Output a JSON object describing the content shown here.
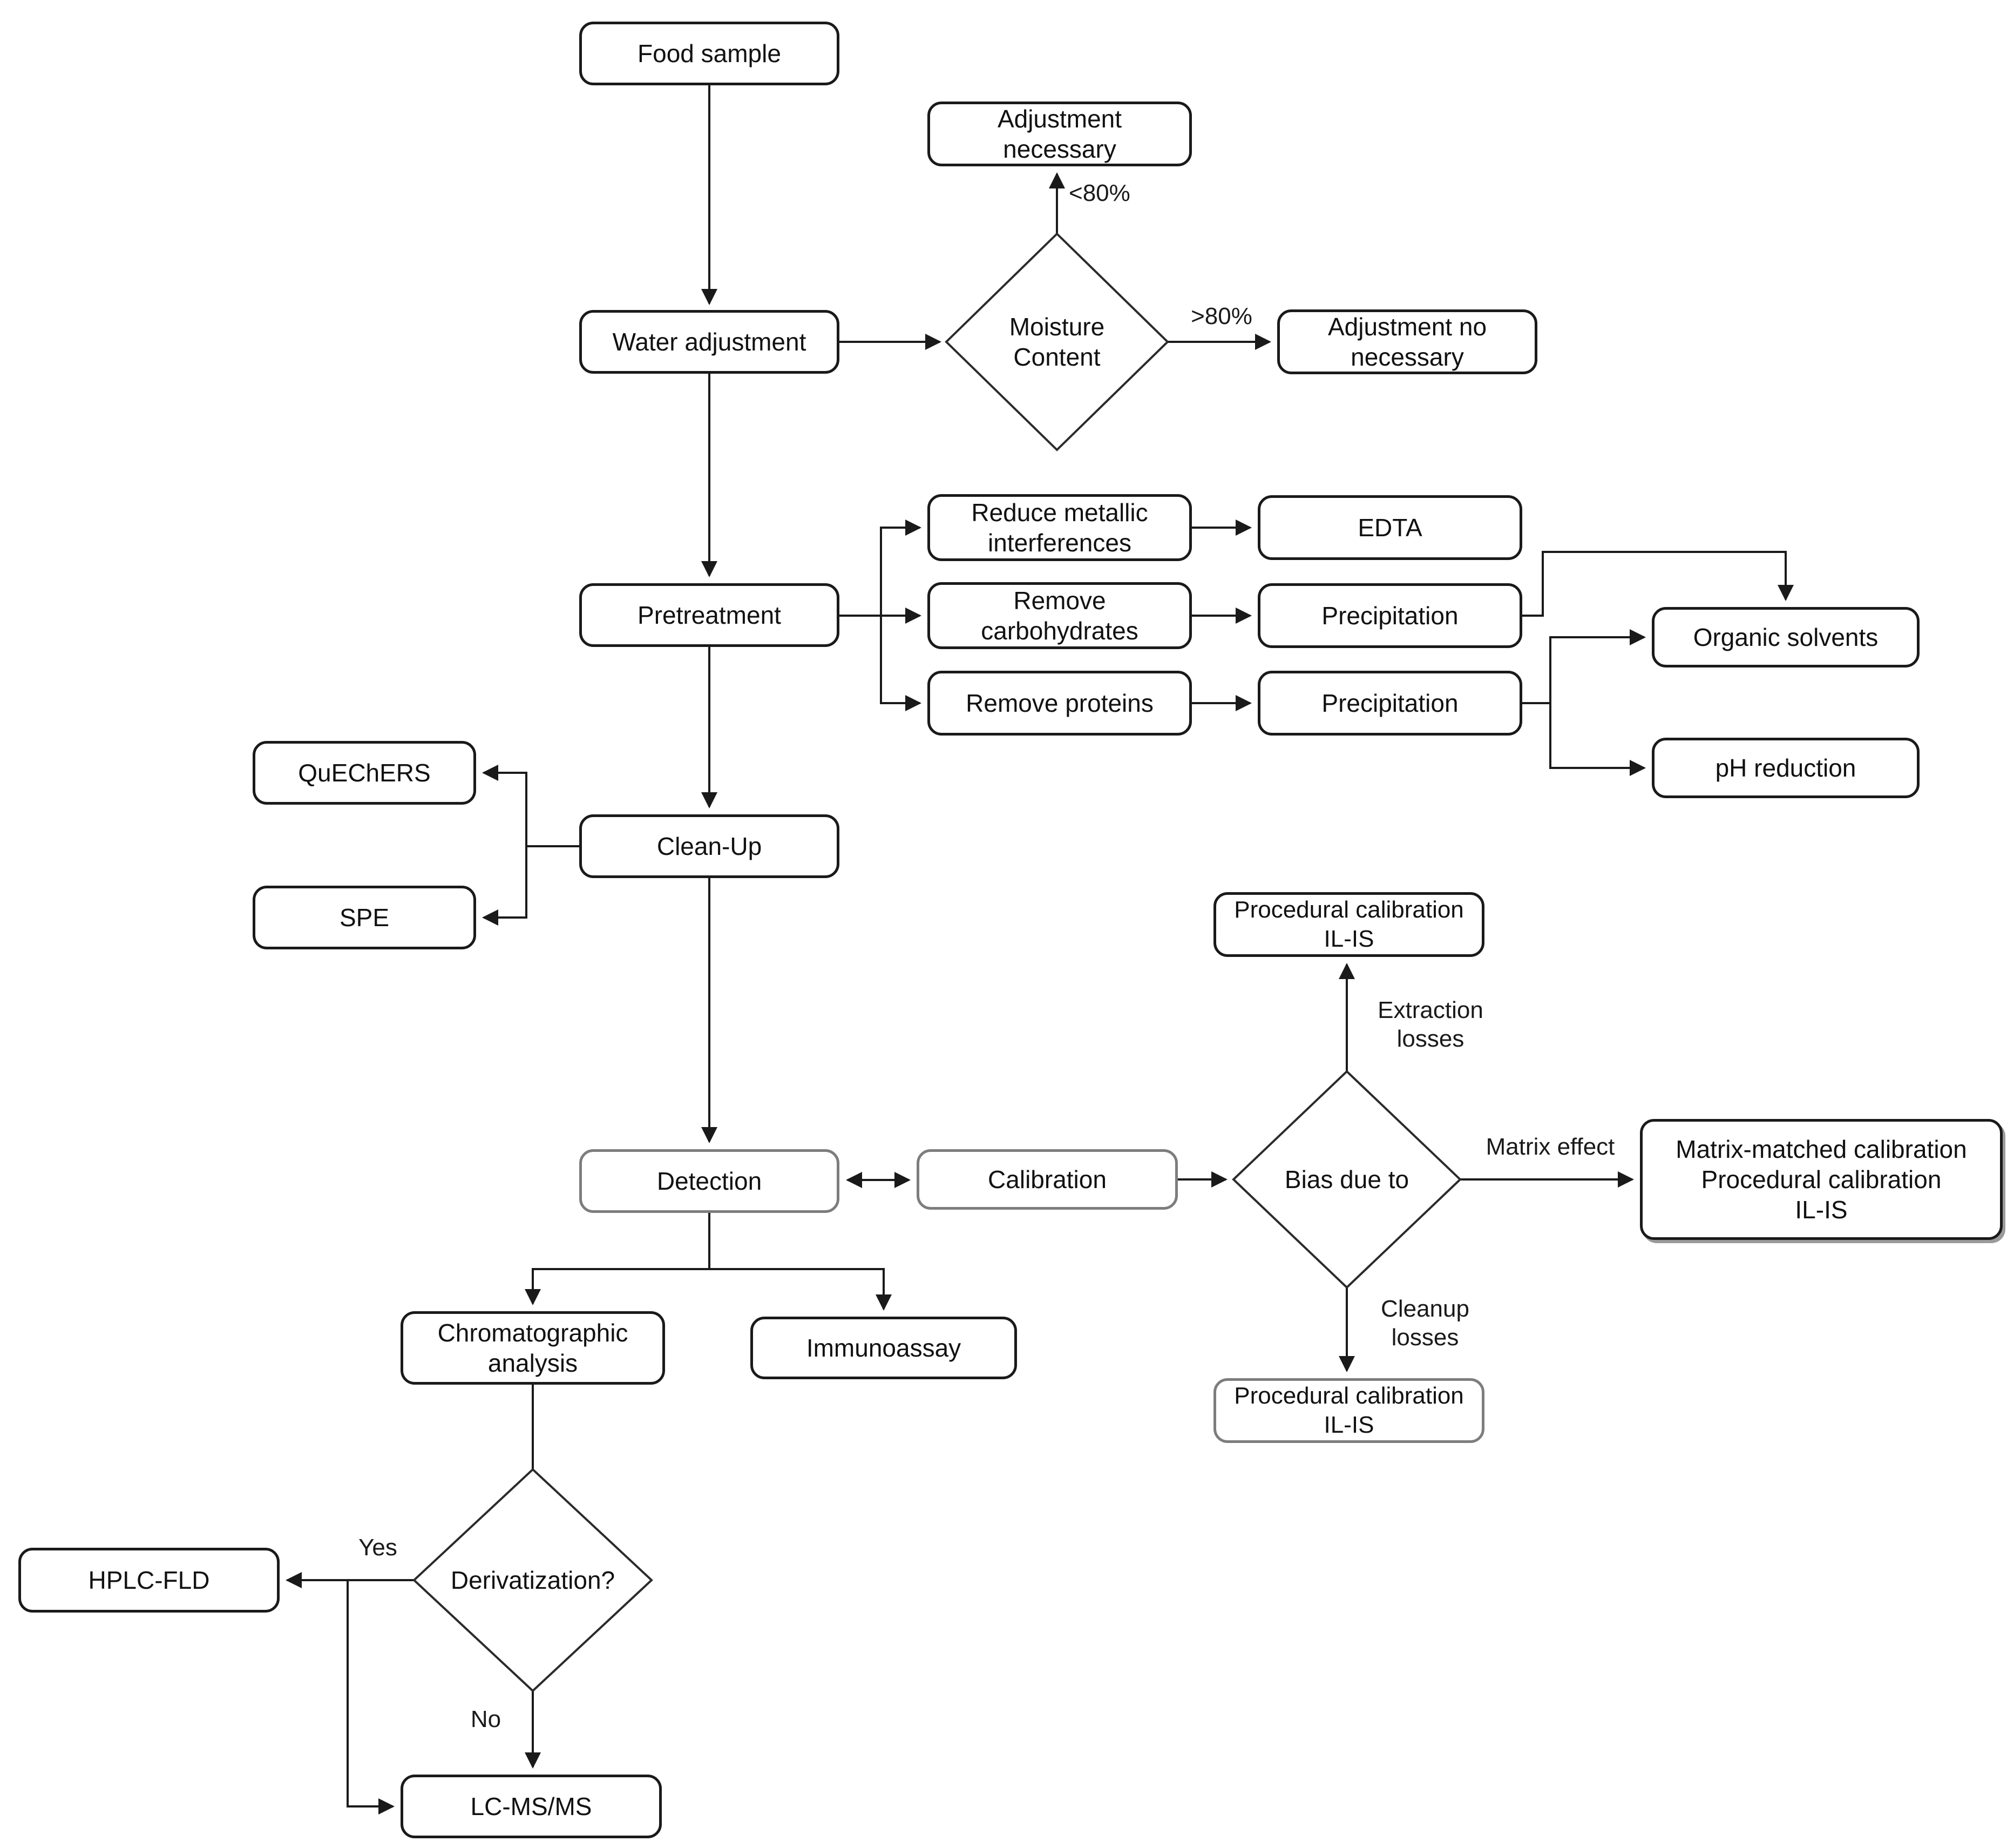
{
  "diagram_title": "Food sample analysis workflow flowchart",
  "colors": {
    "background": "#ffffff",
    "line": "#1a1a1a",
    "box_border": "#1a1a1a",
    "gray_border": "#7d7d7d",
    "box_fill": "#ffffff",
    "text": "#111111"
  },
  "nodes": {
    "food_sample": {
      "label": "Food sample"
    },
    "water_adjustment": {
      "label": "Water adjustment"
    },
    "moisture_content": {
      "label": "Moisture\nContent"
    },
    "adjustment_necessary": {
      "label": "Adjustment\nnecessary"
    },
    "adjustment_no_necessary": {
      "label": "Adjustment no\nnecessary"
    },
    "pretreatment": {
      "label": "Pretreatment"
    },
    "reduce_metallic": {
      "label": "Reduce metallic\ninterferences"
    },
    "edta": {
      "label": "EDTA"
    },
    "remove_carbohydrates": {
      "label": "Remove\ncarbohydrates"
    },
    "precipitation_carbs": {
      "label": "Precipitation"
    },
    "remove_proteins": {
      "label": "Remove proteins"
    },
    "precipitation_proteins": {
      "label": "Precipitation"
    },
    "organic_solvents": {
      "label": "Organic solvents"
    },
    "ph_reduction": {
      "label": "pH reduction"
    },
    "quechers": {
      "label": "QuEChERS"
    },
    "clean_up": {
      "label": "Clean-Up"
    },
    "spe": {
      "label": "SPE"
    },
    "procedural_calibration_top": {
      "label": "Procedural calibration\nIL-IS"
    },
    "detection": {
      "label": "Detection"
    },
    "calibration": {
      "label": "Calibration"
    },
    "bias_due_to": {
      "label": "Bias due to"
    },
    "matrix_matched": {
      "label": "Matrix-matched calibration\nProcedural calibration\nIL-IS"
    },
    "procedural_calibration_bottom": {
      "label": "Procedural calibration\nIL-IS"
    },
    "chromatographic_analysis": {
      "label": "Chromatographic\nanalysis"
    },
    "immunoassay": {
      "label": "Immunoassay"
    },
    "derivatization": {
      "label": "Derivatization?"
    },
    "hplc_fld": {
      "label": "HPLC-FLD"
    },
    "lc_ms_ms": {
      "label": "LC-MS/MS"
    }
  },
  "edge_labels": {
    "below_80": "<80%",
    "above_80": ">80%",
    "matrix_effect": "Matrix effect",
    "extraction_losses": "Extraction\nlosses",
    "cleanup_losses": "Cleanup\nlosses",
    "yes": "Yes",
    "no": "No"
  }
}
